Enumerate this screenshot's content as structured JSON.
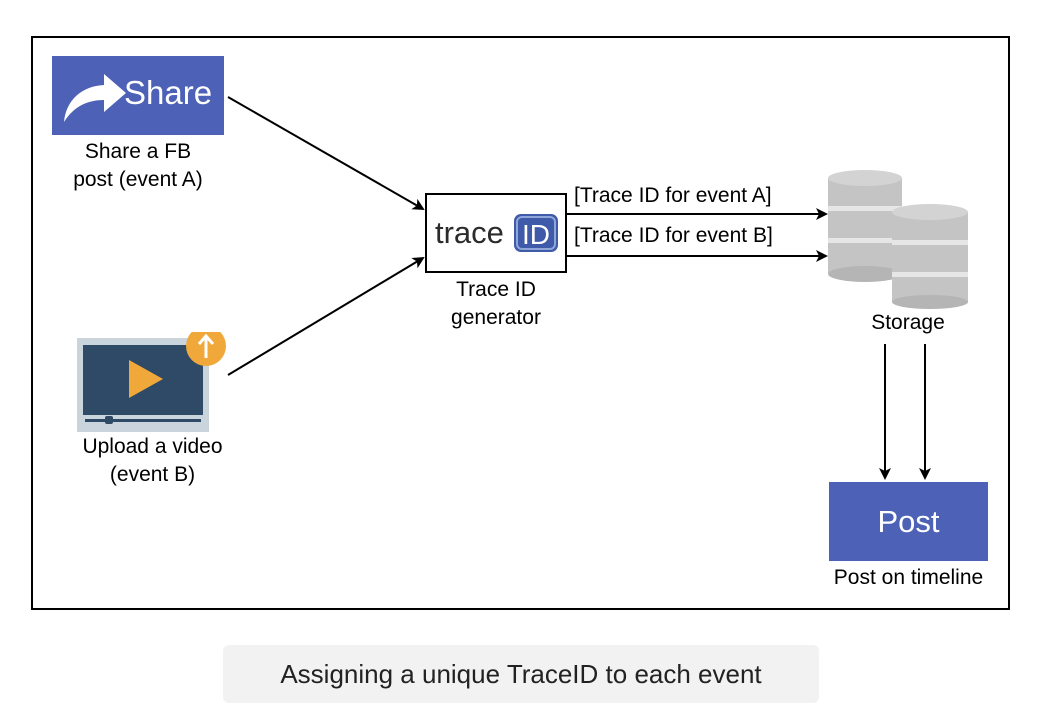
{
  "diagram": {
    "share_node": {
      "button_text": "Share",
      "label_line1": "Share a FB",
      "label_line2": "post (event A)"
    },
    "video_node": {
      "label_line1": "Upload a video",
      "label_line2": "(event B)"
    },
    "trace_node": {
      "logo_word": "trace",
      "logo_badge": "ID",
      "label_line1": "Trace ID",
      "label_line2": "generator"
    },
    "edges": {
      "event_a": "[Trace ID for event A]",
      "event_b": "[Trace ID for event B]"
    },
    "storage_node": {
      "label": "Storage"
    },
    "post_node": {
      "box_text": "Post",
      "label": "Post on timeline"
    }
  },
  "caption": "Assigning a unique TraceID to each event",
  "colors": {
    "brand_blue": "#4d61b7",
    "video_screen": "#2f4a66",
    "video_play": "#f0a83a",
    "upload_badge": "#f0a83a",
    "storage_gray": "#c4c4c4",
    "caption_bg": "#f2f2f2"
  },
  "icons": {
    "share": "curved-share-arrow-icon",
    "video": "video-upload-icon",
    "storage": "database-cylinders-icon",
    "trace_logo": "trace-id-logo"
  }
}
